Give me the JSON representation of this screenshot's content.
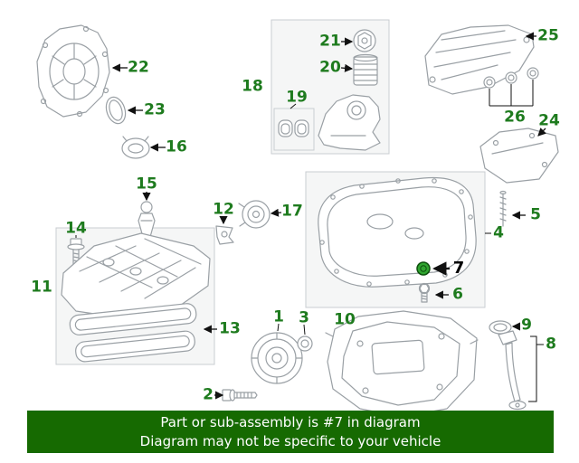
{
  "banner": {
    "line1": "Part or sub-assembly is #7 in diagram",
    "line2": "Diagram may not be specific to your vehicle"
  },
  "highlighted_part": "7",
  "colors": {
    "label_green": "#1e7b1e",
    "highlight_label": "#000000",
    "banner_bg": "#166a01",
    "banner_text": "#ffffff",
    "line_gray": "#9aa0a5",
    "box_border": "#c9cdd1",
    "box_fill": "#f5f6f6",
    "arrow_black": "#111111",
    "highlight_green": "#2fa52f"
  },
  "callouts": [
    {
      "label": "1"
    },
    {
      "label": "2"
    },
    {
      "label": "3"
    },
    {
      "label": "4"
    },
    {
      "label": "5"
    },
    {
      "label": "6"
    },
    {
      "label": "7"
    },
    {
      "label": "8"
    },
    {
      "label": "9"
    },
    {
      "label": "10"
    },
    {
      "label": "11"
    },
    {
      "label": "12"
    },
    {
      "label": "13"
    },
    {
      "label": "14"
    },
    {
      "label": "15"
    },
    {
      "label": "16"
    },
    {
      "label": "17"
    },
    {
      "label": "18"
    },
    {
      "label": "19"
    },
    {
      "label": "20"
    },
    {
      "label": "21"
    },
    {
      "label": "22"
    },
    {
      "label": "23"
    },
    {
      "label": "24"
    },
    {
      "label": "25"
    },
    {
      "label": "26"
    }
  ]
}
